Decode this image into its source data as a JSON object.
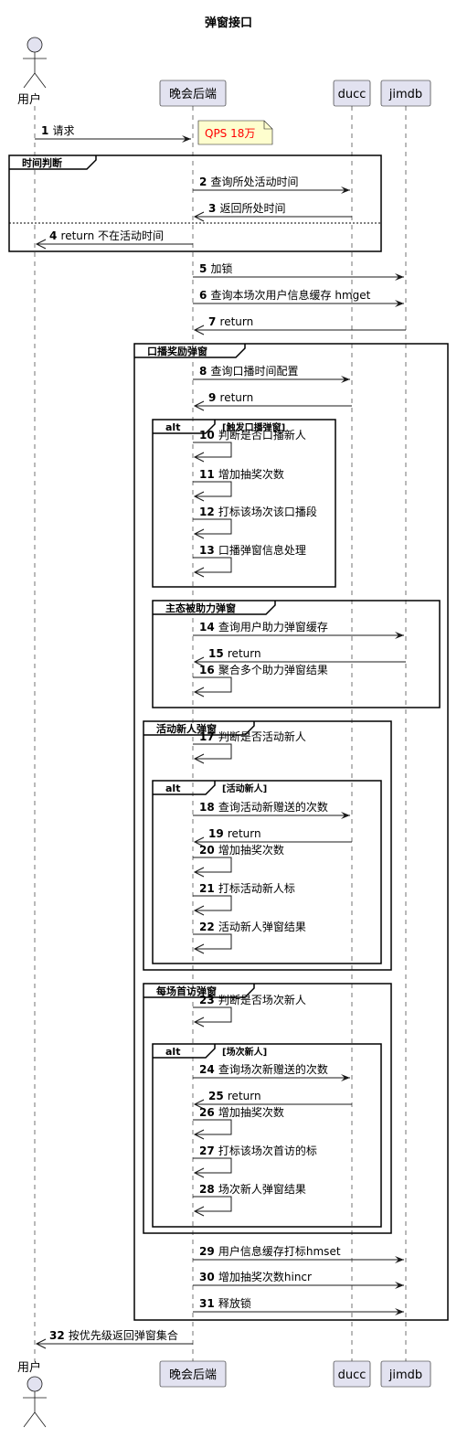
{
  "title": "弹窗接口",
  "participants": [
    {
      "id": "user",
      "label": "用户",
      "kind": "actor"
    },
    {
      "id": "backend",
      "label": "晚会后端",
      "kind": "box"
    },
    {
      "id": "ducc",
      "label": "ducc",
      "kind": "box"
    },
    {
      "id": "jimdb",
      "label": "jimdb",
      "kind": "box"
    }
  ],
  "note": "QPS 18万",
  "messages": [
    {
      "n": "1",
      "text": "请求",
      "from": "user",
      "to": "backend",
      "dashed": false
    },
    {
      "n": "2",
      "text": "查询所处活动时间",
      "from": "backend",
      "to": "ducc",
      "dashed": false
    },
    {
      "n": "3",
      "text": "返回所处时间",
      "from": "ducc",
      "to": "backend",
      "dashed": false
    },
    {
      "n": "4",
      "text": "return 不在活动时间",
      "from": "backend",
      "to": "user",
      "dashed": false
    },
    {
      "n": "5",
      "text": "加锁",
      "from": "backend",
      "to": "jimdb",
      "dashed": false
    },
    {
      "n": "6",
      "text": "查询本场次用户信息缓存 hmget",
      "from": "backend",
      "to": "jimdb",
      "dashed": false
    },
    {
      "n": "7",
      "text": "return",
      "from": "jimdb",
      "to": "backend",
      "dashed": false
    },
    {
      "n": "8",
      "text": "查询口播时间配置",
      "from": "backend",
      "to": "ducc",
      "dashed": false
    },
    {
      "n": "9",
      "text": "return",
      "from": "ducc",
      "to": "backend",
      "dashed": false
    },
    {
      "n": "10",
      "text": "判断是否口播新人",
      "from": "backend",
      "to": "backend",
      "dashed": false
    },
    {
      "n": "11",
      "text": "增加抽奖次数",
      "from": "backend",
      "to": "backend",
      "dashed": false
    },
    {
      "n": "12",
      "text": "打标该场次该口播段",
      "from": "backend",
      "to": "backend",
      "dashed": false
    },
    {
      "n": "13",
      "text": "口播弹窗信息处理",
      "from": "backend",
      "to": "backend",
      "dashed": false
    },
    {
      "n": "14",
      "text": "查询用户助力弹窗缓存",
      "from": "backend",
      "to": "jimdb",
      "dashed": false
    },
    {
      "n": "15",
      "text": "return",
      "from": "jimdb",
      "to": "backend",
      "dashed": false
    },
    {
      "n": "16",
      "text": "聚合多个助力弹窗结果",
      "from": "backend",
      "to": "backend",
      "dashed": false
    },
    {
      "n": "17",
      "text": "判断是否活动新人",
      "from": "backend",
      "to": "backend",
      "dashed": false
    },
    {
      "n": "18",
      "text": "查询活动新赠送的次数",
      "from": "backend",
      "to": "ducc",
      "dashed": false
    },
    {
      "n": "19",
      "text": "return",
      "from": "ducc",
      "to": "backend",
      "dashed": false
    },
    {
      "n": "20",
      "text": "增加抽奖次数",
      "from": "backend",
      "to": "backend",
      "dashed": false
    },
    {
      "n": "21",
      "text": "打标活动新人标",
      "from": "backend",
      "to": "backend",
      "dashed": false
    },
    {
      "n": "22",
      "text": "活动新人弹窗结果",
      "from": "backend",
      "to": "backend",
      "dashed": false
    },
    {
      "n": "23",
      "text": "判断是否场次新人",
      "from": "backend",
      "to": "backend",
      "dashed": false
    },
    {
      "n": "24",
      "text": "查询场次新赠送的次数",
      "from": "backend",
      "to": "ducc",
      "dashed": false
    },
    {
      "n": "25",
      "text": "return",
      "from": "ducc",
      "to": "backend",
      "dashed": false
    },
    {
      "n": "26",
      "text": "增加抽奖次数",
      "from": "backend",
      "to": "backend",
      "dashed": false
    },
    {
      "n": "27",
      "text": "打标该场次首访的标",
      "from": "backend",
      "to": "backend",
      "dashed": false
    },
    {
      "n": "28",
      "text": "场次新人弹窗结果",
      "from": "backend",
      "to": "backend",
      "dashed": false
    },
    {
      "n": "29",
      "text": "用户信息缓存打标hmset",
      "from": "backend",
      "to": "jimdb",
      "dashed": false
    },
    {
      "n": "30",
      "text": "增加抽奖次数hincr",
      "from": "backend",
      "to": "jimdb",
      "dashed": false
    },
    {
      "n": "31",
      "text": "释放锁",
      "from": "backend",
      "to": "jimdb",
      "dashed": false
    },
    {
      "n": "32",
      "text": "按优先级返回弹窗集合",
      "from": "backend",
      "to": "user",
      "dashed": false
    }
  ],
  "fragments": [
    {
      "label": "时间判断",
      "condition": ""
    },
    {
      "label": "口播奖励弹窗",
      "condition": ""
    },
    {
      "label": "alt",
      "condition": "[触发口播弹窗]"
    },
    {
      "label": "主态被助力弹窗",
      "condition": ""
    },
    {
      "label": "活动新人弹窗",
      "condition": ""
    },
    {
      "label": "alt",
      "condition": "[活动新人]"
    },
    {
      "label": "每场首访弹窗",
      "condition": ""
    },
    {
      "label": "alt",
      "condition": "[场次新人]"
    }
  ],
  "colors": {
    "participant_fill": "#e2e2f0",
    "note_fill": "#fefece",
    "note_text": "#ff0000",
    "line": "#181818"
  }
}
